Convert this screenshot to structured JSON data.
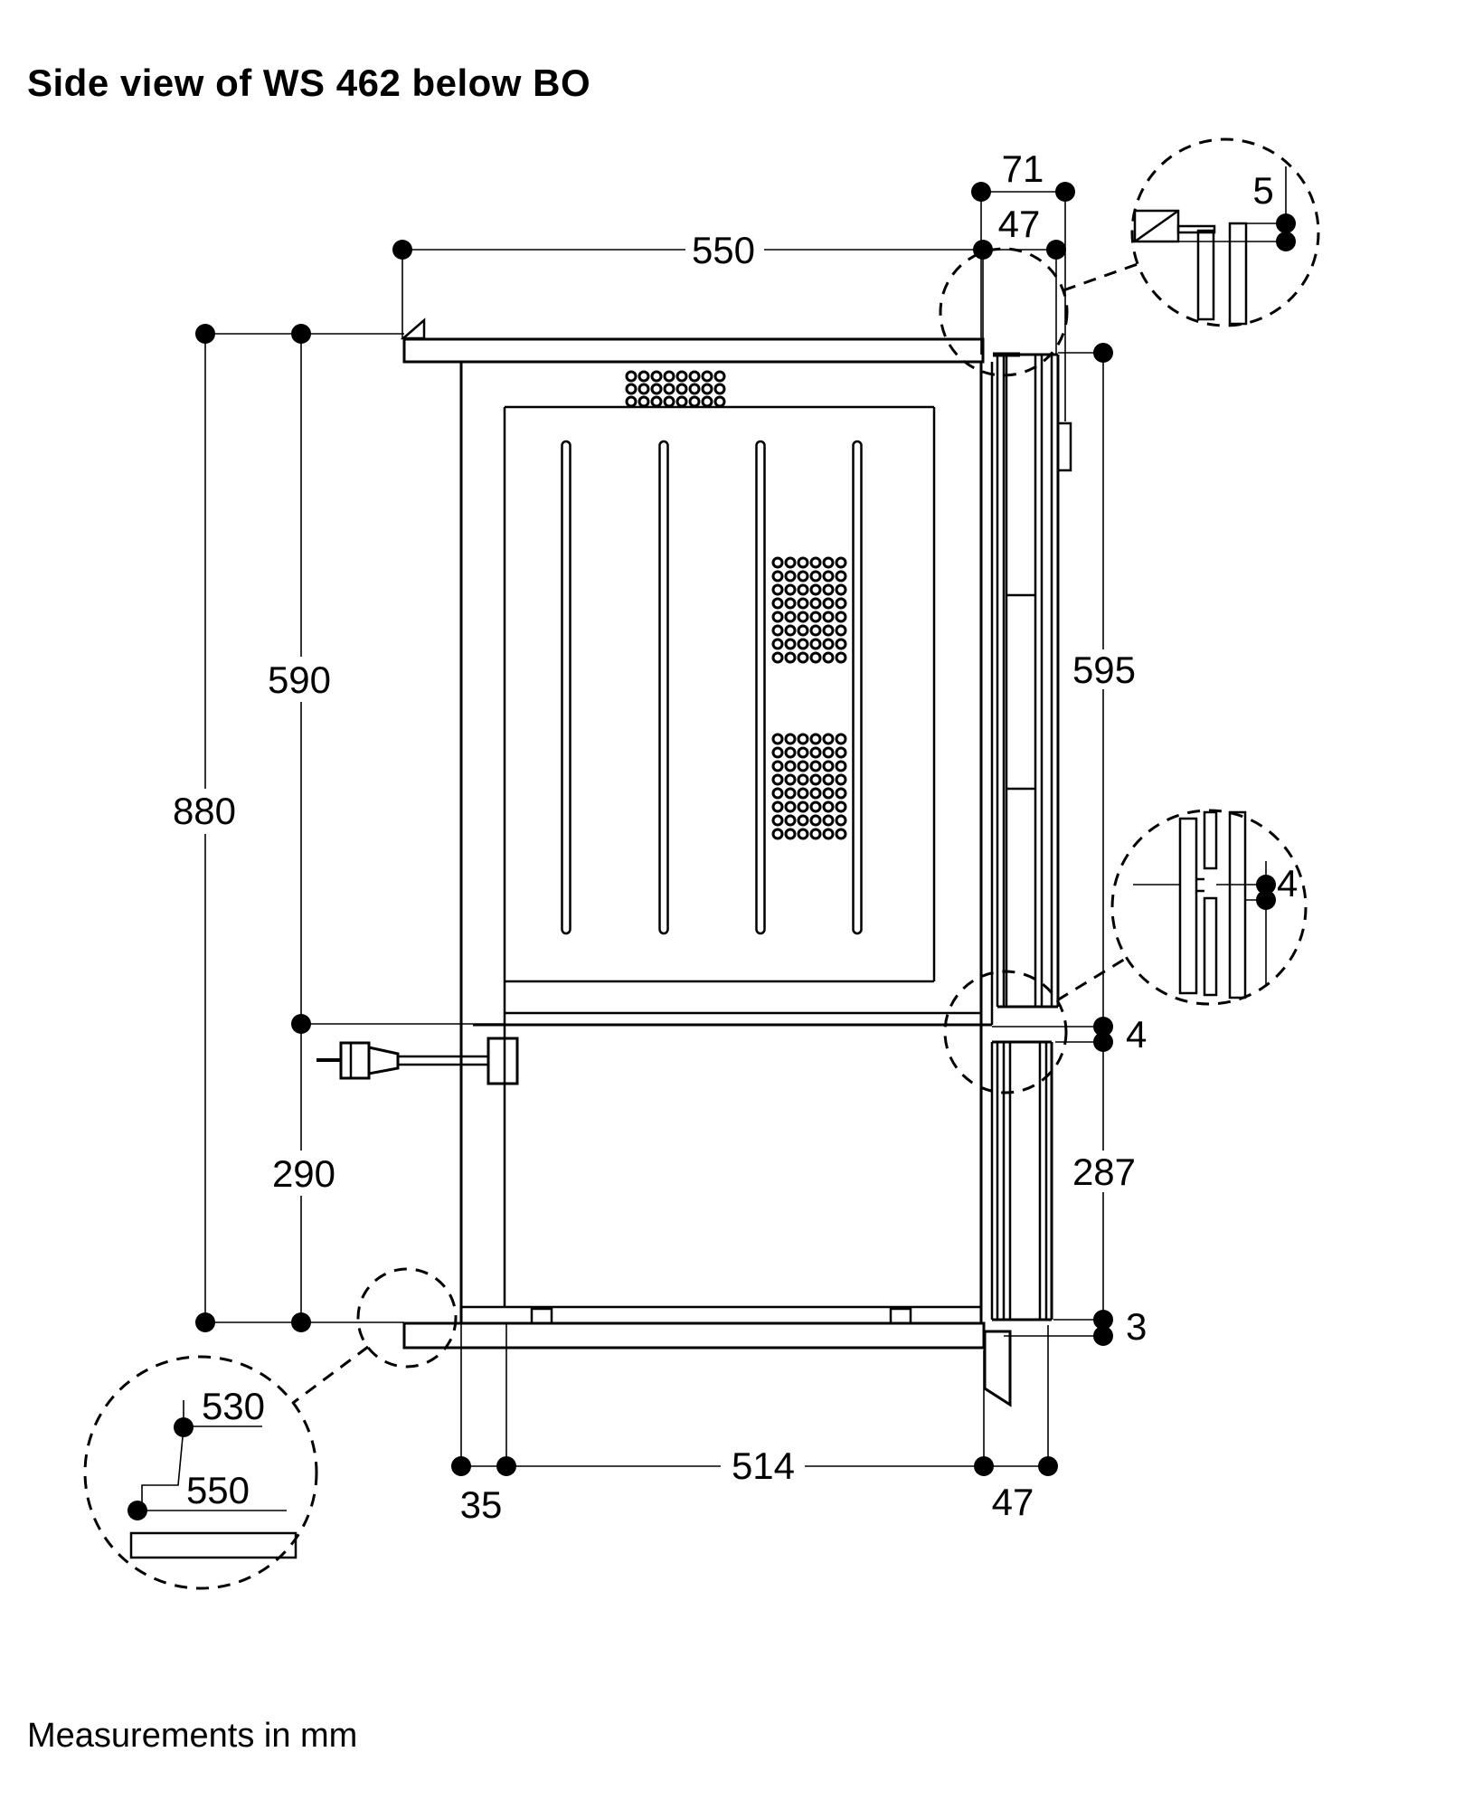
{
  "header": {
    "title": "Side view of WS 462 below BO"
  },
  "footer": {
    "note": "Measurements in mm"
  },
  "dims": {
    "worktop_depth": "550",
    "rear_top_clearance": "71",
    "door_top_clearance": "47",
    "top_detail_gap": "5",
    "total_niche_height": "880",
    "oven_niche_height": "590",
    "drawer_niche_height": "290",
    "oven_front_height": "595",
    "drawer_front_height": "287",
    "front_gap": "4",
    "front_gap_detail": "4",
    "bottom_gap": "3",
    "detail_upper_depth": "530",
    "detail_lower_depth": "550",
    "base_depth": "514",
    "base_rear_offset": "35",
    "base_front_offset": "47"
  }
}
